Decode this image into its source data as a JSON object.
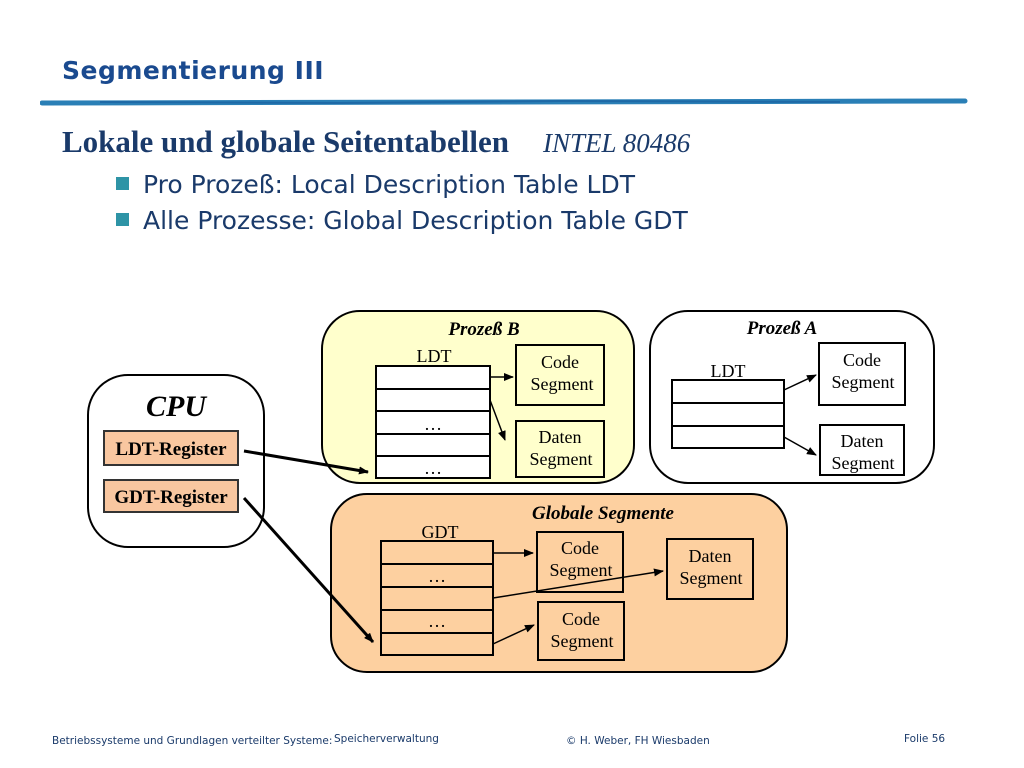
{
  "header": {
    "title": "Segmentierung III"
  },
  "slide": {
    "title": "Lokale und globale Seitentabellen",
    "subtitle": "INTEL 80486",
    "bullets": [
      "Pro Prozeß: Local Description Table LDT",
      "Alle Prozesse: Global Description Table GDT"
    ]
  },
  "diagram": {
    "cpu": {
      "label": "CPU",
      "ldt_register": "LDT-Register",
      "gdt_register": "GDT-Register"
    },
    "process_b": {
      "title": "Prozeß B",
      "table_label": "LDT",
      "dots": "…",
      "code_segment": [
        "Code",
        "Segment"
      ],
      "data_segment": [
        "Daten",
        "Segment"
      ]
    },
    "process_a": {
      "title": "Prozeß A",
      "table_label": "LDT",
      "code_segment": [
        "Code",
        "Segment"
      ],
      "data_segment": [
        "Daten",
        "Segment"
      ]
    },
    "global": {
      "title": "Globale Segmente",
      "table_label": "GDT",
      "dots": "…",
      "code_segment": [
        "Code",
        "Segment"
      ],
      "data_segment": [
        "Daten",
        "Segment"
      ]
    }
  },
  "footer": {
    "course": "Betriebssysteme und Grundlagen verteilter Systeme:",
    "topic": "Speicherverwaltung",
    "author": "© H. Weber, FH Wiesbaden",
    "slide_number": "Folie 56"
  },
  "colors": {
    "blue": "#1a4a8f",
    "bullet": "#2e94a6",
    "processB": "#ffffcc",
    "global": "#fdd0a0",
    "register": "#f9c7a0"
  }
}
